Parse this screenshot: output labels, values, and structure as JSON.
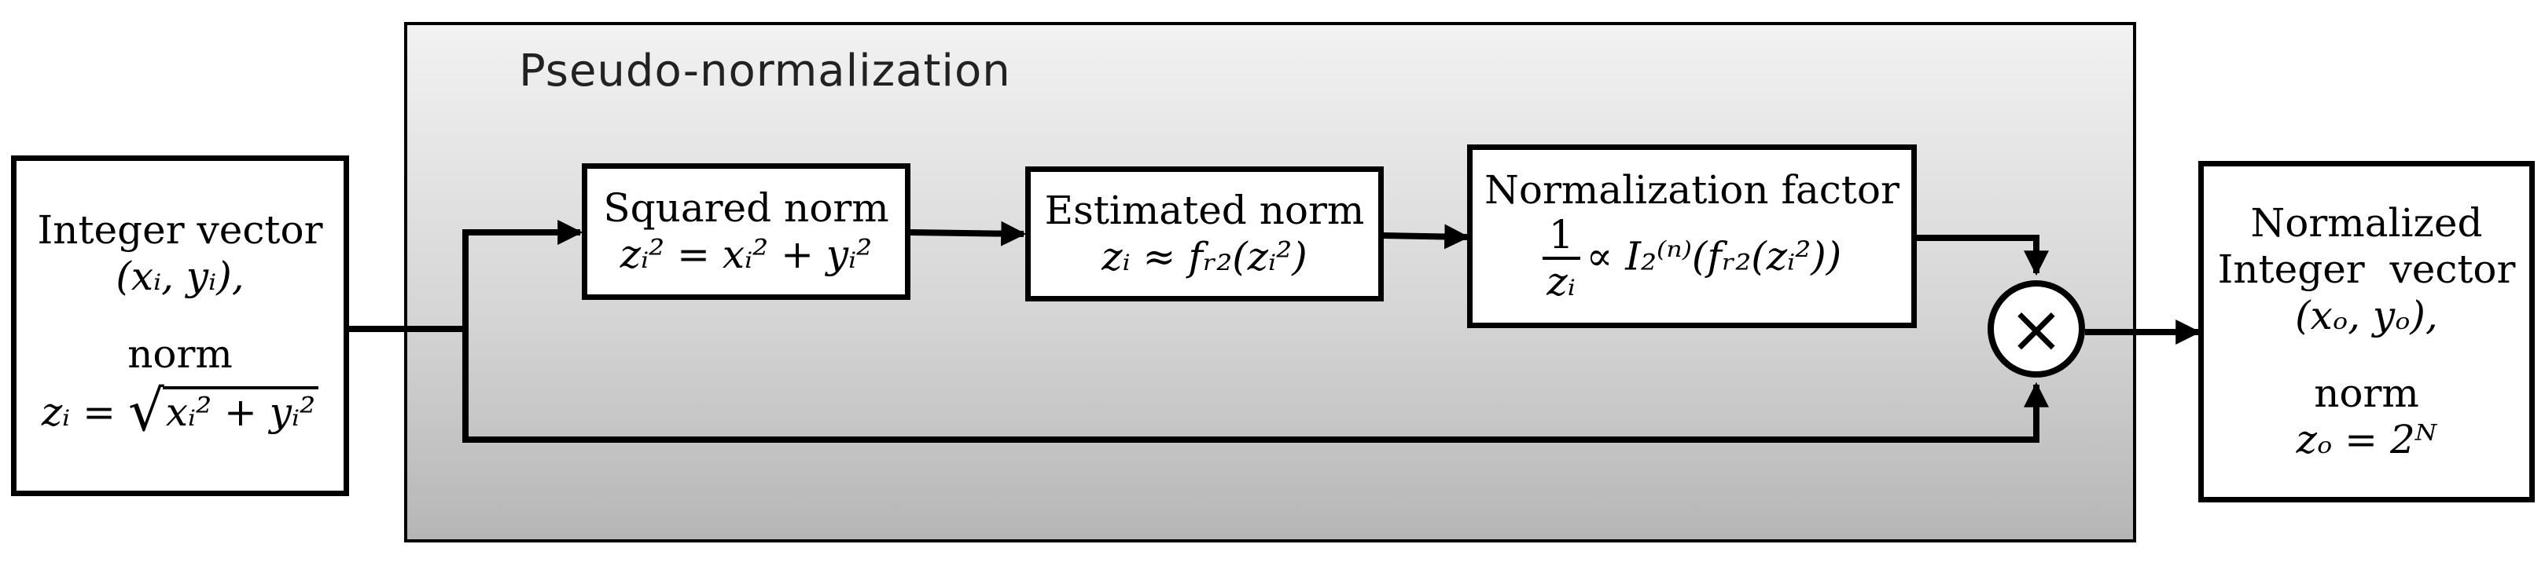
{
  "group": {
    "title": "Pseudo-normalization"
  },
  "input": {
    "line1": "Integer vector",
    "vector": "(xᵢ, yᵢ),",
    "norm_label": "norm",
    "norm_lhs": "zᵢ =",
    "norm_rad": "xᵢ² + yᵢ²"
  },
  "squared": {
    "title": "Squared norm",
    "formula": "zᵢ² = xᵢ² + yᵢ²"
  },
  "estimated": {
    "title": "Estimated norm",
    "formula": "zᵢ ≈ fᵣ₂(zᵢ²)"
  },
  "factor": {
    "title": "Normalization factor",
    "frac_num": "1",
    "frac_den": "zᵢ",
    "formula": "∝ I₂⁽ⁿ⁾(fᵣ₂(zᵢ²))"
  },
  "multiplier": {
    "symbol": "×"
  },
  "output": {
    "line1": "Normalized",
    "line2": "Integer  vector",
    "vector": "(xₒ, yₒ),",
    "norm_label": "norm",
    "norm_formula": "zₒ = 2ᴺ"
  }
}
